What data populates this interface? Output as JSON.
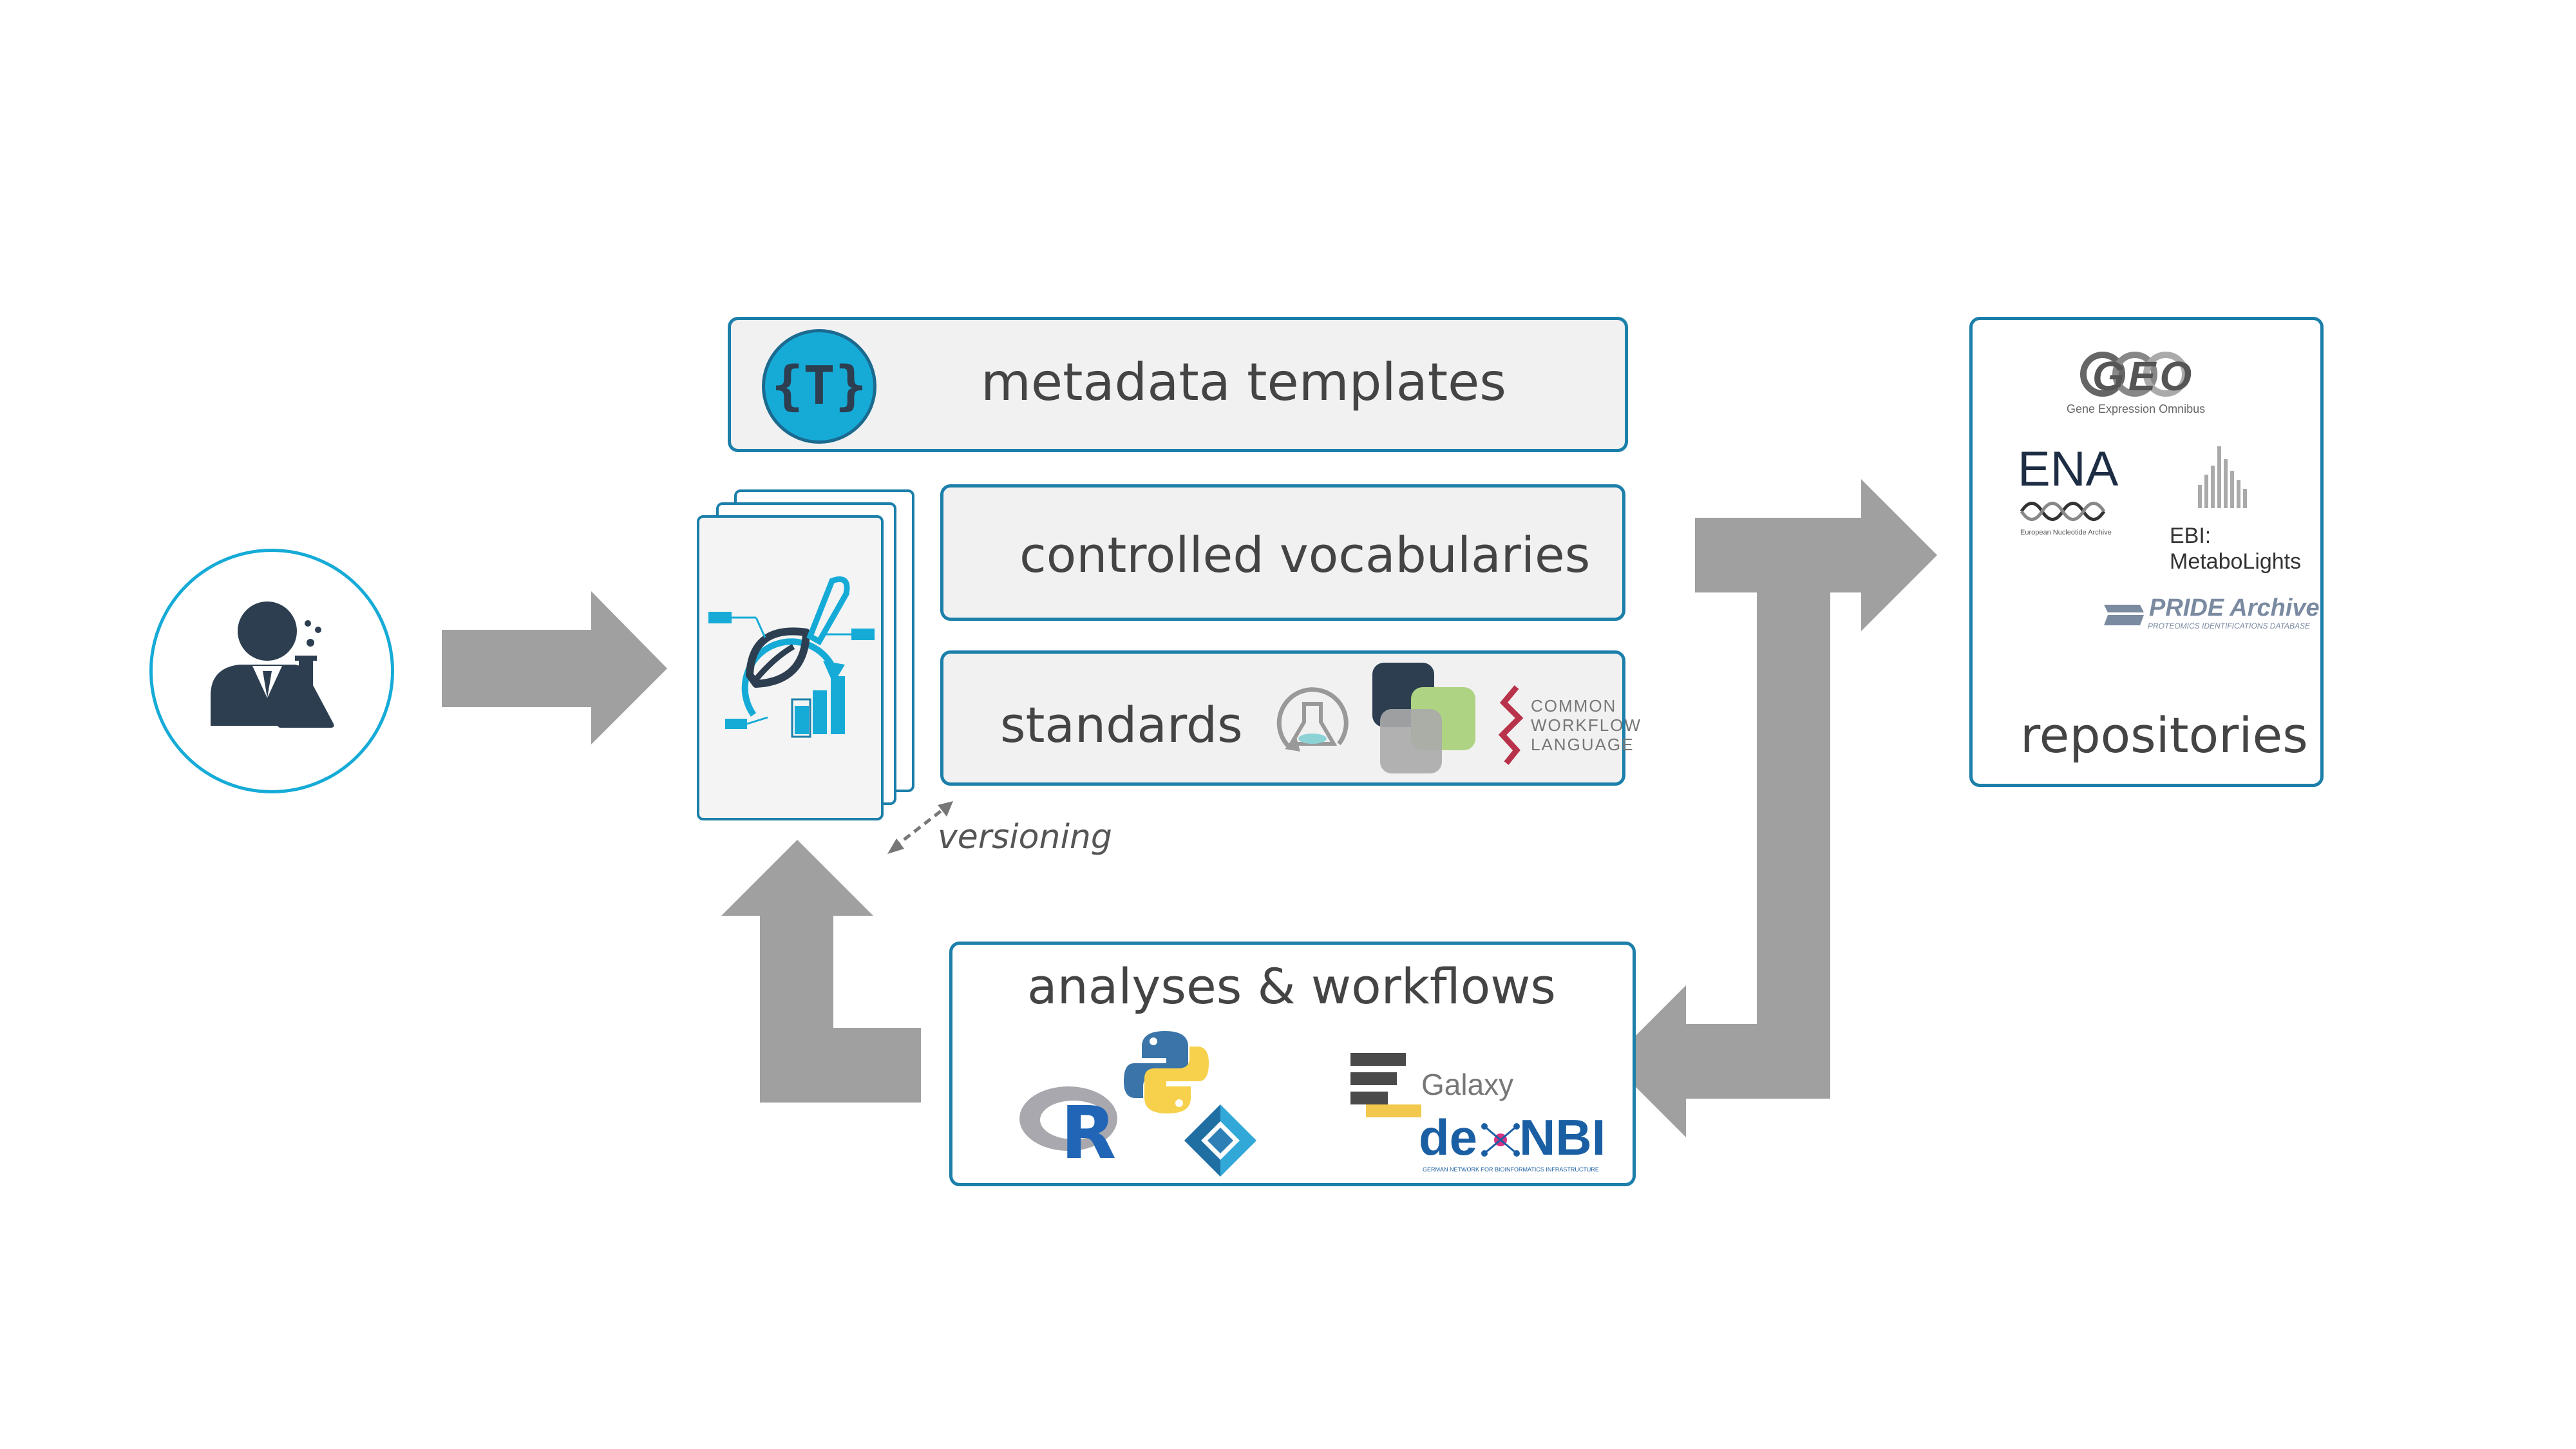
{
  "boxes": {
    "metadata_templates": "metadata templates",
    "controlled_vocabularies": "controlled vocabularies",
    "standards": "standards",
    "analyses_workflows": "analyses & workflows",
    "repositories": "repositories"
  },
  "template_badge": "{T}",
  "versioning": "versioning",
  "repositories": {
    "geo_logo": "GEO",
    "geo_name": "Gene Expression Omnibus",
    "ena_logo": "ENA",
    "ena_name": "European Nucleotide Archive",
    "metabolights_line1": "EBI:",
    "metabolights_line2": "MetaboLights",
    "pride_logo": "PRIDE Archive",
    "pride_sub": "PROTEOMICS IDENTIFICATIONS DATABASE"
  },
  "standards_logos": {
    "cwl_line1": "COMMON",
    "cwl_line2": "WORKFLOW",
    "cwl_line3": "LANGUAGE"
  },
  "workflow_logos": {
    "r_letter": "R",
    "galaxy": "Galaxy",
    "denbi_prefix": "de",
    "denbi_suffix": "NBI",
    "denbi_sub": "GERMAN NETWORK FOR BIOINFORMATICS INFRASTRUCTURE"
  },
  "icons": {
    "scientist": "scientist-icon",
    "template": "template-badge-icon",
    "doc_stack": "annotated-document-stack-icon"
  },
  "colors": {
    "accent": "#1b7faa",
    "light_blue": "#16abd7",
    "arrow_gray": "#a0a0a0",
    "box_bg": "#f1f1f1",
    "text": "#444444"
  }
}
